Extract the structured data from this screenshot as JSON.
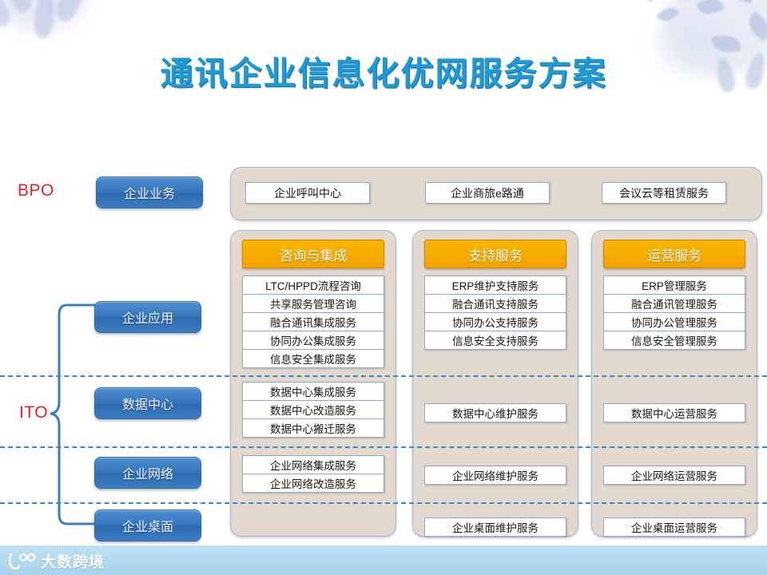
{
  "slide": {
    "title": "通讯企业信息化优网服务方案",
    "title_color": "#1e9ad6",
    "panel_color": "#e3d9ce",
    "accent_orange": "#f2a200",
    "accent_blue": "#3577bd",
    "label_red": "#e8202a"
  },
  "groups": [
    {
      "name": "BPO"
    },
    {
      "name": "ITO"
    }
  ],
  "rows": [
    {
      "label": "企业业务",
      "group": "BPO"
    },
    {
      "label": "企业应用",
      "group": "ITO"
    },
    {
      "label": "数据中心",
      "group": "ITO"
    },
    {
      "label": "企业网络",
      "group": "ITO"
    },
    {
      "label": "企业桌面",
      "group": "ITO"
    }
  ],
  "bpo_services": [
    {
      "label": "企业呼叫中心"
    },
    {
      "label": "企业商旅e路通"
    },
    {
      "label": "会议云等租赁服务"
    }
  ],
  "columns": [
    {
      "header": "咨询与集成",
      "application": [
        "LTC/HPPD流程咨询",
        "共享服务管理咨询",
        "融合通讯集成服务",
        "协同办公集成服务",
        "信息安全集成服务"
      ],
      "datacenter": [
        "数据中心集成服务",
        "数据中心改造服务",
        "数据中心搬迁服务"
      ],
      "network": [
        "企业网络集成服务",
        "企业网络改造服务"
      ],
      "desktop": []
    },
    {
      "header": "支持服务",
      "application": [
        "ERP维护支持服务",
        "融合通讯支持服务",
        "协同办公支持服务",
        "信息安全支持服务"
      ],
      "datacenter": [
        "数据中心维护服务"
      ],
      "network": [
        "企业网络维护服务"
      ],
      "desktop": [
        "企业桌面维护服务"
      ]
    },
    {
      "header": "运营服务",
      "application": [
        "ERP管理服务",
        "融合通讯管理服务",
        "协同办公管理服务",
        "信息安全管理服务"
      ],
      "datacenter": [
        "数据中心运营服务"
      ],
      "network": [
        "企业网络运营服务"
      ],
      "desktop": [
        "企业桌面运营服务"
      ]
    }
  ],
  "footer": {
    "watermark": "大数跨境",
    "logo_icon": "brand-logo-icon"
  }
}
